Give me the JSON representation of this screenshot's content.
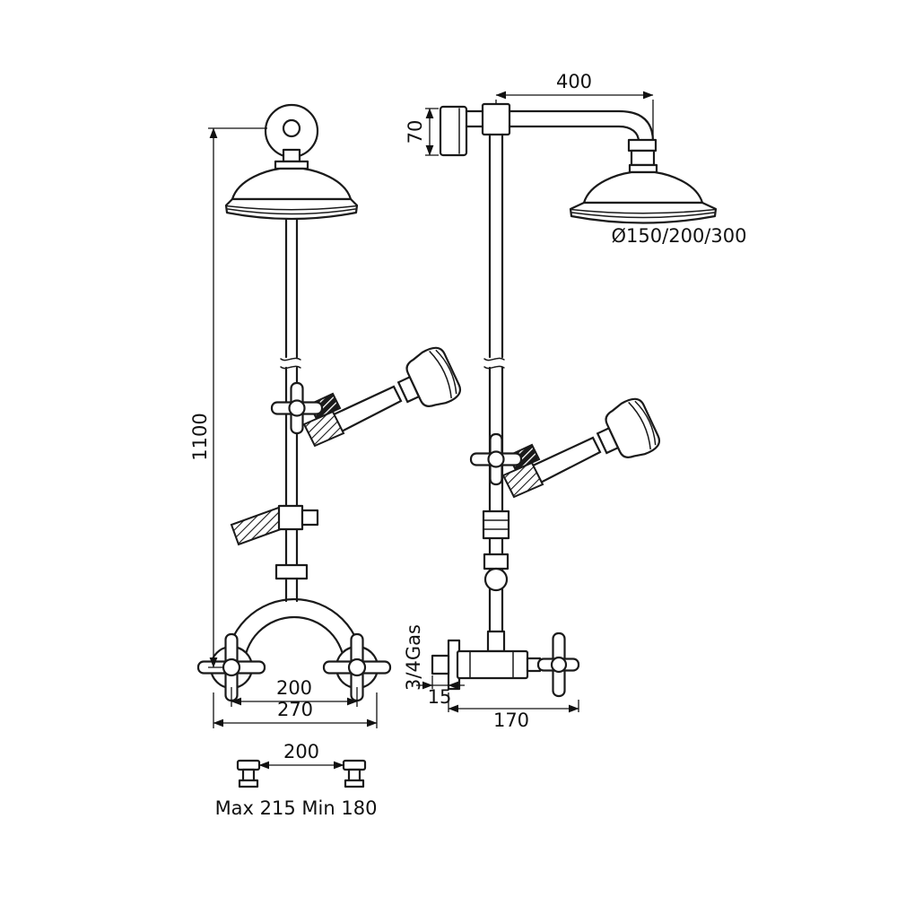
{
  "page": {
    "background": "#ffffff",
    "line_color": "#1a1a1a"
  },
  "front_view": {
    "column_height": "1100",
    "valve_centers": "200",
    "overall_width": "270",
    "union_spacing": "200",
    "adjustment_range": "Max 215 Min 180"
  },
  "side_view": {
    "arm_reach": "400",
    "wall_flange": "70",
    "head_diameters": "Ø150/200/300",
    "inlet_thread": "3/4Gas",
    "wall_offset": "15",
    "valve_depth": "170"
  }
}
